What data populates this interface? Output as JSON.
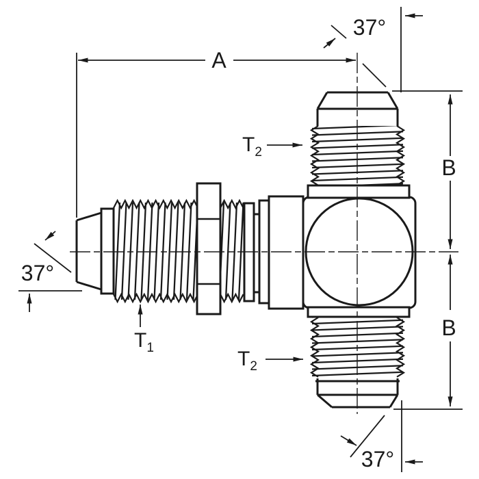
{
  "drawing": {
    "type": "technical-drawing",
    "subject": "bulkhead-branch-tee-fitting",
    "colors": {
      "ink": "#1a1a1a",
      "background": "#ffffff"
    }
  },
  "labels": {
    "dim_a": "A",
    "dim_b_upper": "B",
    "dim_b_lower": "B",
    "angle_top": "37°",
    "angle_left": "37°",
    "angle_bottom": "37°",
    "thread_t1": {
      "base": "T",
      "sub": "1"
    },
    "thread_t2_upper": {
      "base": "T",
      "sub": "2"
    },
    "thread_t2_lower": {
      "base": "T",
      "sub": "2"
    }
  }
}
